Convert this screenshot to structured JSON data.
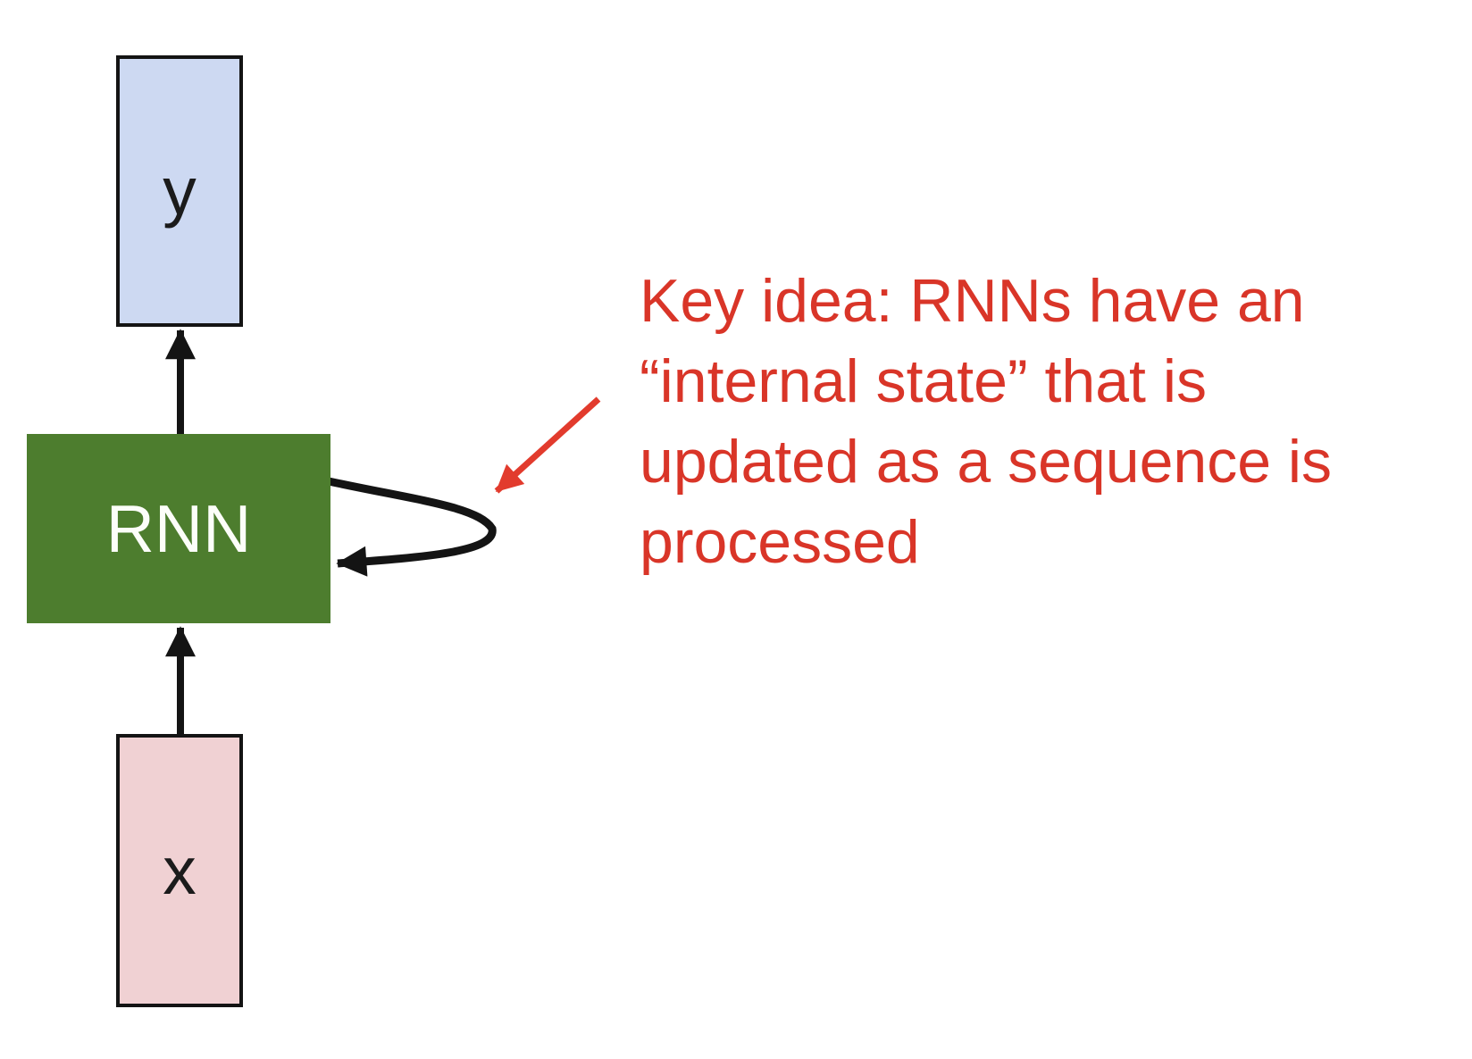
{
  "diagram": {
    "nodes": {
      "y": {
        "label": "y",
        "fill": "#cdd9f2"
      },
      "rnn": {
        "label": "RNN",
        "fill": "#4d7d2e",
        "text_color": "#fcfef9"
      },
      "x": {
        "label": "x",
        "fill": "#f0d1d3"
      }
    },
    "annotation": {
      "text": "Key idea: RNNs have an\n“internal state” that is\nupdated as a sequence is\nprocessed",
      "color": "#d93528"
    },
    "colors": {
      "background": "#ffffff",
      "node-y-fill": "#cdd9f2",
      "node-rnn-fill": "#4d7d2e",
      "node-rnn-text": "#fcfef9",
      "node-x-fill": "#f0d1d3",
      "node-border": "#141414",
      "arrow-black": "#141414",
      "arrow-red": "#e23b2d",
      "annotation-red": "#d93528"
    }
  }
}
